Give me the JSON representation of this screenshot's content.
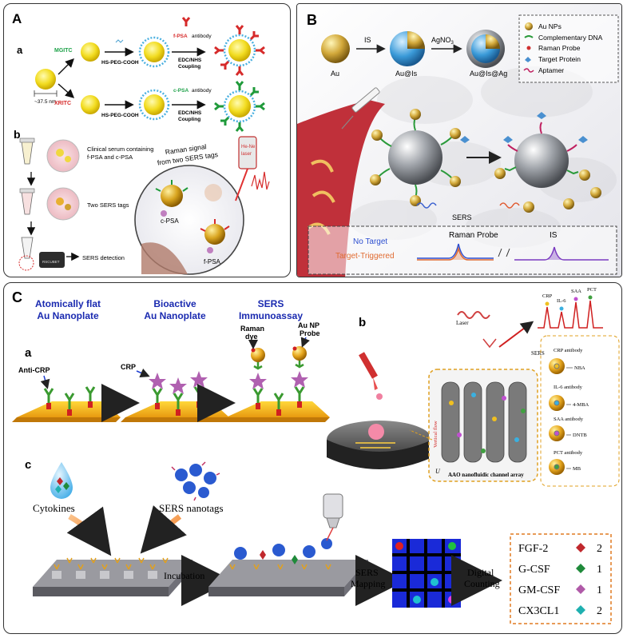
{
  "panelA": {
    "letter": "A",
    "sub_a": "a",
    "sub_b": "b",
    "mgitc": "MGITC",
    "xritc": "XRITC",
    "size": "~37.5 nm",
    "peg1": "HS-PEG-COOH",
    "peg2": "HS-PEG-COOH",
    "fpsa_prefix": "f-PSA",
    "cpsa_prefix": "c-PSA",
    "antibody": "antibody",
    "edc1a": "EDC/NHS",
    "edc1b": "Coupling",
    "edc2a": "EDC/NHS",
    "edc2b": "Coupling",
    "clinical1": "Clinical serum containing",
    "clinical2": "f-PSA and c-PSA",
    "two_tags": "Two SERS tags",
    "sers_detection": "SERS detection",
    "raman1": "Raman signal",
    "raman2": "from two SERS tags",
    "laser1": "He-Ne",
    "laser2": "laser",
    "cpsa_label": "c-PSA",
    "fpsa_label": "f-PSA",
    "device": "RSCUBET"
  },
  "panelB": {
    "letter": "B",
    "au": "Au",
    "au_is": "Au@Is",
    "au_is_ag": "Au@Is@Ag",
    "is_arrow": "IS",
    "agno3": "AgNO",
    "agno3_sub": "3",
    "legend": [
      "Au NPs",
      "Complementary DNA",
      "Raman Probe",
      "Target Protein",
      "Aptamer"
    ],
    "sers": "SERS",
    "no_target": "No Target",
    "target_triggered": "Target-Triggered",
    "raman_probe": "Raman Probe",
    "is_peak": "IS"
  },
  "panelC": {
    "letter": "C",
    "sub_a": "a",
    "sub_b": "b",
    "sub_c": "c",
    "step1a": "Atomically flat",
    "step1b": "Au Nanoplate",
    "step2a": "Bioactive",
    "step2b": "Au Nanoplate",
    "step3a": "SERS",
    "step3b": "Immunoassay",
    "anti_crp": "Anti-CRP",
    "crp": "CRP",
    "raman_dye1": "Raman",
    "raman_dye2": "dye",
    "aunp_probe1": "Au NP",
    "aunp_probe2": "Probe",
    "laser": "Laser",
    "sers_b": "SERS",
    "peaks": [
      "CRP",
      "IL-6",
      "SAA",
      "PCT"
    ],
    "antibodies": [
      {
        "name": "CRP antibody",
        "dye": "NBA"
      },
      {
        "name": "IL-6 antibody",
        "dye": "4-MBA"
      },
      {
        "name": "SAA antibody",
        "dye": "DNTB"
      },
      {
        "name": "PCT antibody",
        "dye": "MB"
      }
    ],
    "vertical_flow": "Vertical flow",
    "aao": "AAO nanofluidic channel array",
    "u": "U",
    "cytokines": "Cytokines",
    "sers_nanotags": "SERS nanotags",
    "incubation": "Incubation",
    "sers_mapping1": "SERS",
    "sers_mapping2": "Mapping",
    "digital1": "Digital",
    "digital2": "Counting",
    "counts": [
      {
        "name": "FGF-2",
        "count": "2",
        "color": "#c0282d"
      },
      {
        "name": "G-CSF",
        "count": "1",
        "color": "#1f8a3a"
      },
      {
        "name": "GM-CSF",
        "count": "1",
        "color": "#b05aa8"
      },
      {
        "name": "CX3CL1",
        "count": "2",
        "color": "#1fb0b0"
      }
    ]
  }
}
